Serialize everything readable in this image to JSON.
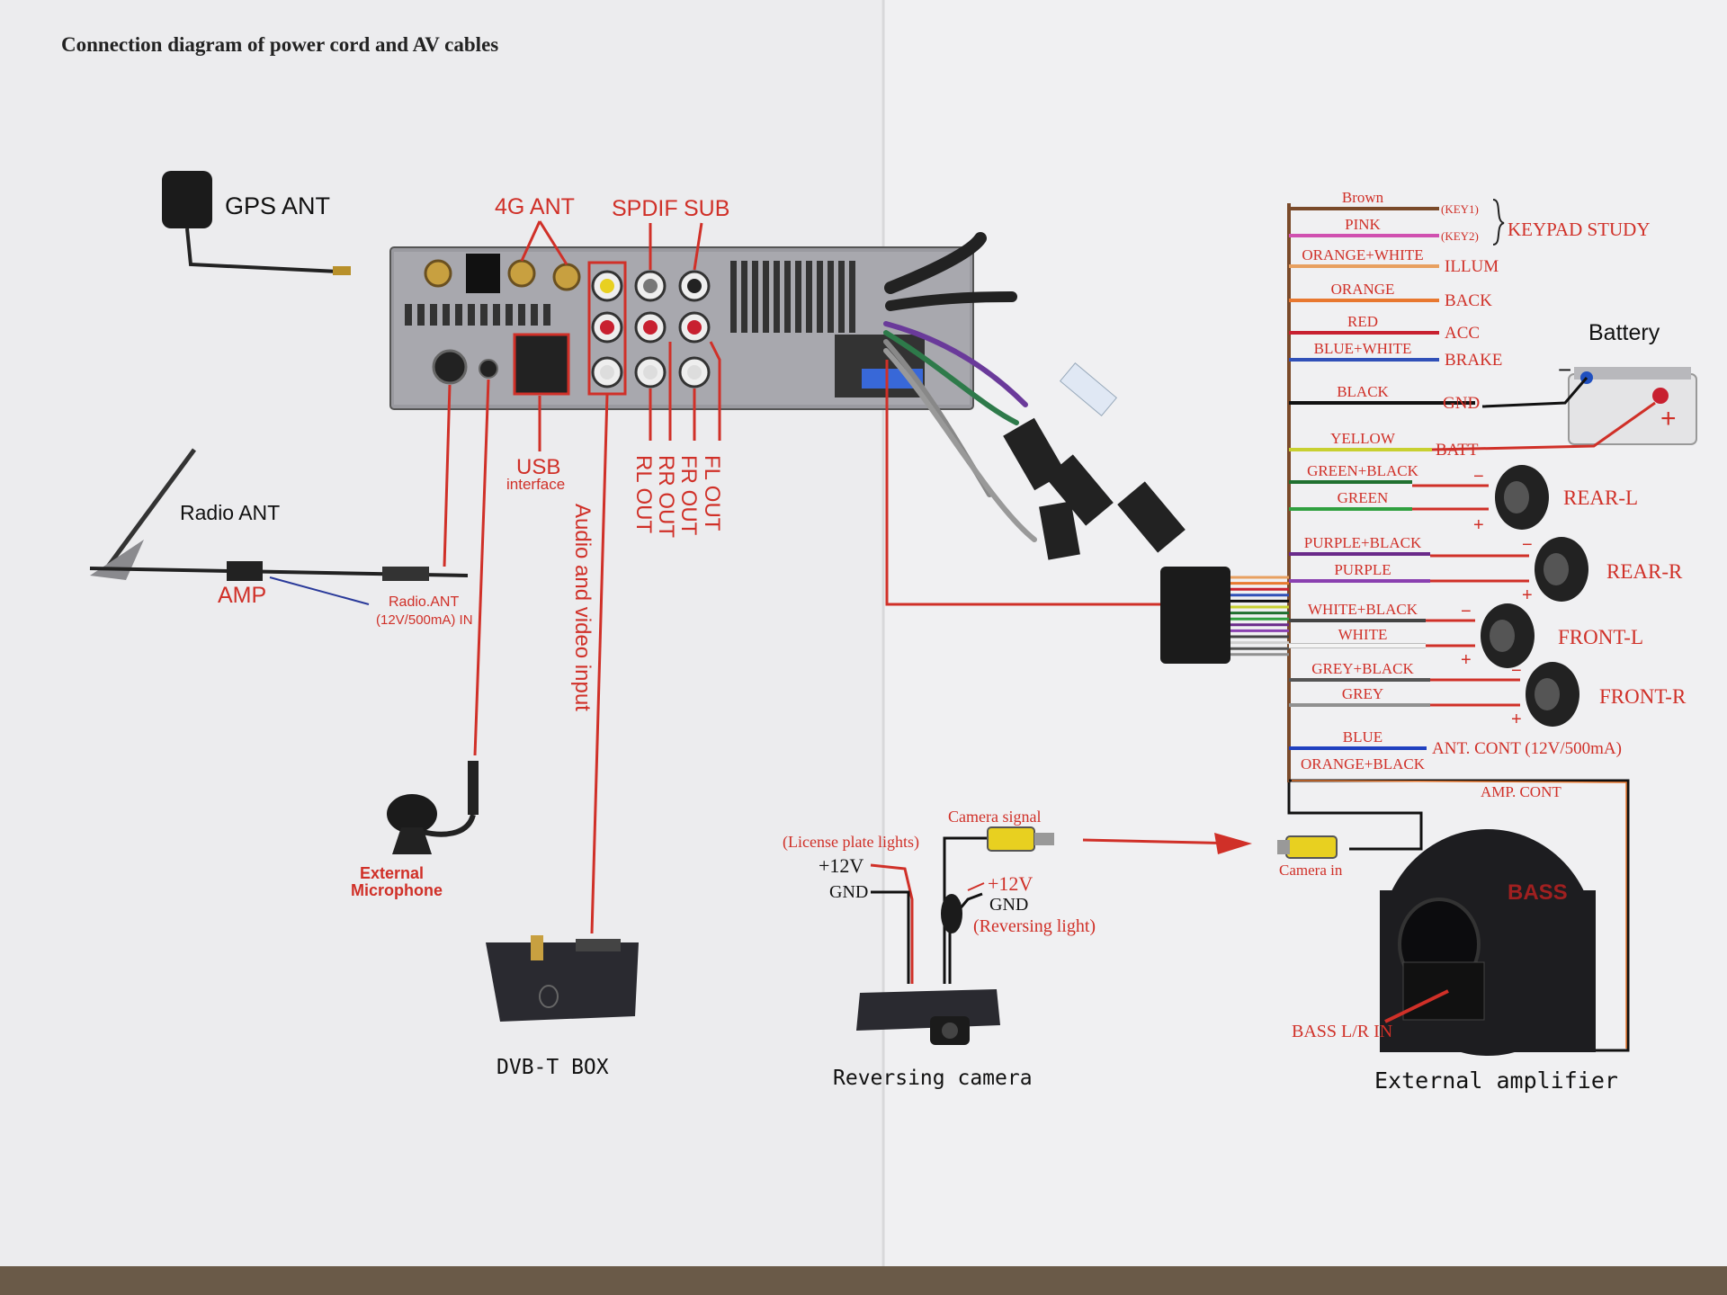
{
  "title": "Connection diagram of power cord and AV cables",
  "left_unit": {
    "gps_ant": "GPS ANT",
    "ant_4g": "4G ANT",
    "spdif": "SPDIF",
    "sub": "SUB",
    "usb": "USB",
    "usb_sub": "interface",
    "rl_out": "RL OUT",
    "rr_out": "RR OUT",
    "fr_out": "FR OUT",
    "fl_out": "FL OUT",
    "av_input": "Audio and video input",
    "radio_ant": "Radio ANT",
    "amp": "AMP",
    "radio_ant_in_1": "Radio.ANT",
    "radio_ant_in_2": "(12V/500mA) IN",
    "ext_mic_1": "External",
    "ext_mic_2": "Microphone",
    "dvb_box": "DVB-T BOX"
  },
  "camera": {
    "license_lights": "(License plate lights)",
    "plus12v_a": "+12V",
    "gnd_a": "GND",
    "camera_signal": "Camera signal",
    "plus12v_b": "+12V",
    "gnd_b": "GND",
    "reversing_light": "(Reversing light)",
    "reversing_camera": "Reversing camera",
    "camera_in": "Camera in"
  },
  "wires": [
    {
      "color_name": "Brown",
      "function": "(KEY1)",
      "hex": "#7a4a2a"
    },
    {
      "color_name": "PINK",
      "function": "(KEY2)",
      "hex": "#d050b0"
    },
    {
      "color_name": "ORANGE+WHITE",
      "function": "ILLUM",
      "hex": "#e8a060"
    },
    {
      "color_name": "ORANGE",
      "function": "BACK",
      "hex": "#e87830"
    },
    {
      "color_name": "RED",
      "function": "ACC",
      "hex": "#c82030"
    },
    {
      "color_name": "BLUE+WHITE",
      "function": "BRAKE",
      "hex": "#3050b8"
    },
    {
      "color_name": "BLACK",
      "function": "GND",
      "hex": "#111111"
    },
    {
      "color_name": "YELLOW",
      "function": "BATT",
      "hex": "#c8d030"
    },
    {
      "color_name": "GREEN+BLACK",
      "function": "",
      "hex": "#207030"
    },
    {
      "color_name": "GREEN",
      "function": "",
      "hex": "#30a040"
    },
    {
      "color_name": "PURPLE+BLACK",
      "function": "",
      "hex": "#6a2a8a"
    },
    {
      "color_name": "PURPLE",
      "function": "",
      "hex": "#8a40b0"
    },
    {
      "color_name": "WHITE+BLACK",
      "function": "",
      "hex": "#444444"
    },
    {
      "color_name": "WHITE",
      "function": "",
      "hex": "#f4f4f4"
    },
    {
      "color_name": "GREY+BLACK",
      "function": "",
      "hex": "#555555"
    },
    {
      "color_name": "GREY",
      "function": "",
      "hex": "#909090"
    },
    {
      "color_name": "BLUE",
      "function": "ANT. CONT (12V/500mA)",
      "hex": "#2040c0"
    },
    {
      "color_name": "ORANGE+BLACK",
      "function": "",
      "hex": "#e87830"
    }
  ],
  "keypad_study": "KEYPAD STUDY",
  "battery": "Battery",
  "speakers": {
    "rear_l": "REAR-L",
    "rear_r": "REAR-R",
    "front_l": "FRONT-L",
    "front_r": "FRONT-R"
  },
  "amp_cont": "AMP. CONT",
  "bass_in": "BASS L/R IN",
  "ext_amplifier": "External amplifier",
  "colors": {
    "annotation_red": "#d03028",
    "paper": "#eeeef0"
  }
}
